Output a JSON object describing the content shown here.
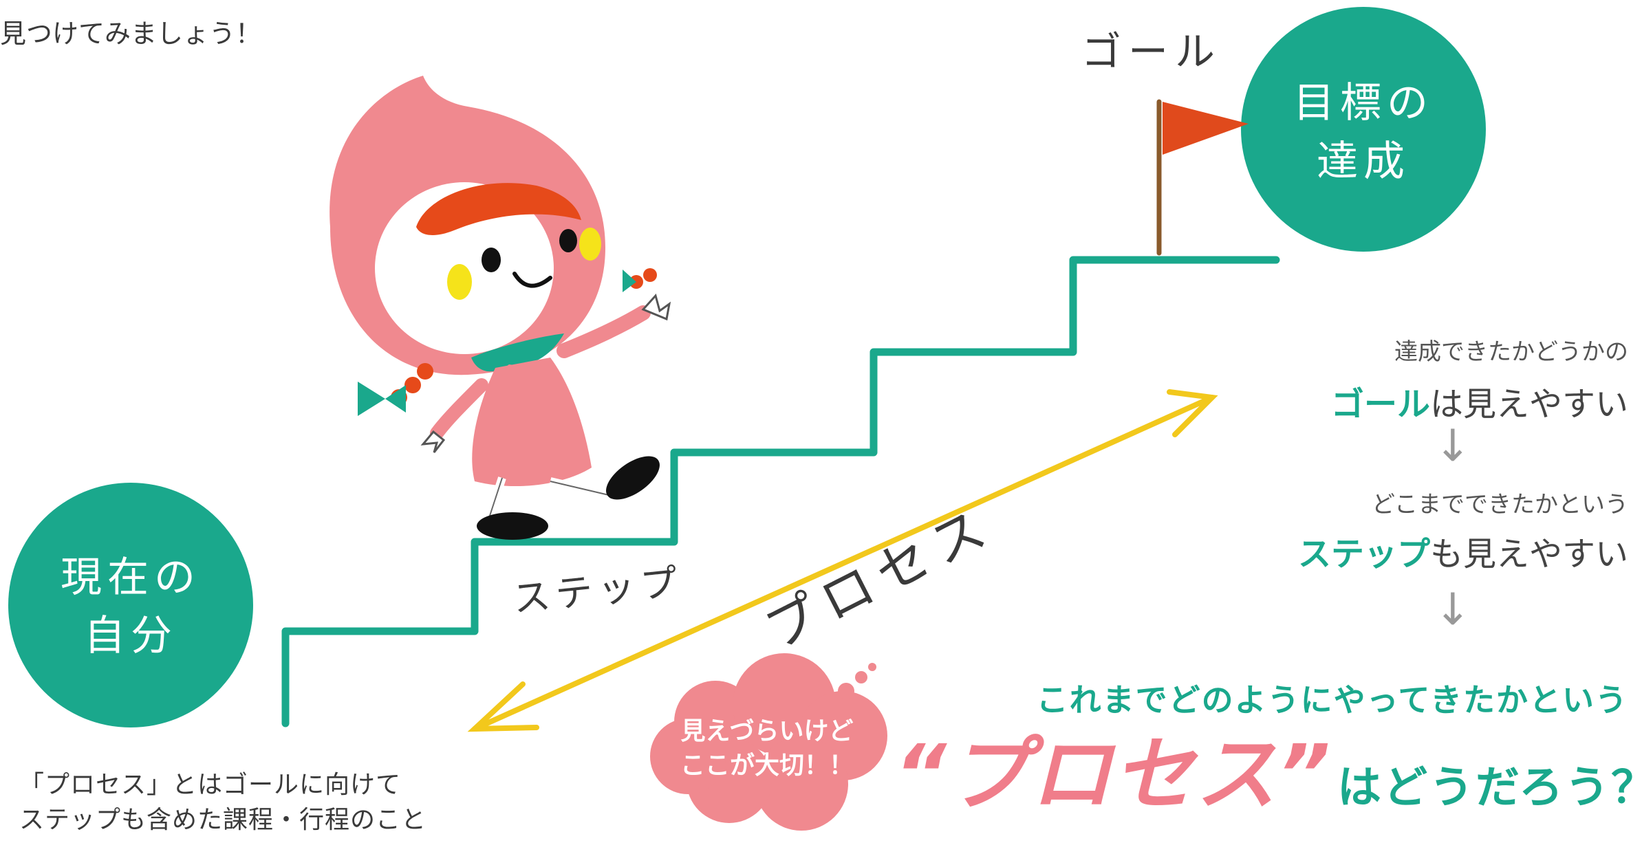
{
  "top_partial_text": "見つけてみましょう！",
  "labels": {
    "goal": "ゴール",
    "steps": "ステップ",
    "process": "プロセス"
  },
  "circles": {
    "current_line1": "現在の",
    "current_line2": "自分",
    "goal_line1": "目標の",
    "goal_line2": "達成"
  },
  "description": {
    "line1": "「プロセス」とはゴールに向けて",
    "line2": "ステップも含めた課程・行程のこと"
  },
  "right_column": {
    "line1_small": "達成できたかどうかの",
    "line2_highlight": "ゴール",
    "line2_rest": "は見えやすい",
    "arrow1": "↓",
    "line3_small": "どこまでできたかという",
    "line4_highlight": "ステップ",
    "line4_rest": "も見えやすい",
    "arrow2": "↓"
  },
  "conclusion": {
    "line1": "これまでどのようにやってきたかという",
    "quoted": "“プロセス”",
    "tail": "はどうだろう？"
  },
  "bubble": {
    "line1": "見えづらいけど",
    "line2": "ここが大切！！"
  },
  "colors": {
    "teal": "#1aa88c",
    "pink": "#f07d8a",
    "yellow": "#f2c81c",
    "flag_red": "#e04a1c",
    "pole_brown": "#8a5a2b"
  }
}
